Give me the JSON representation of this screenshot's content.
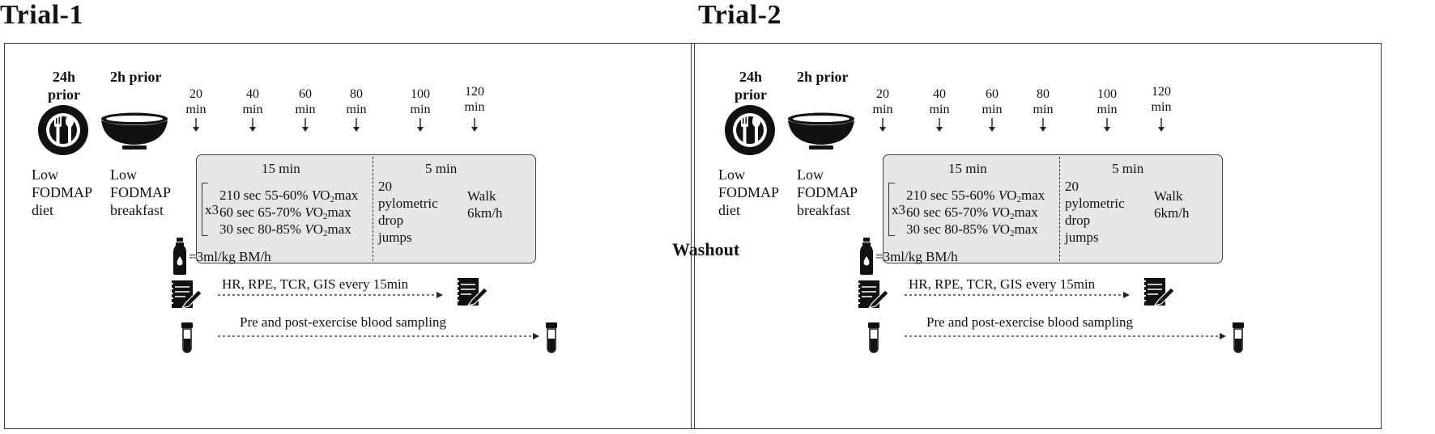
{
  "washout": "Washout",
  "trials": [
    {
      "title": "Trial-1",
      "prior24": {
        "label": "24h prior",
        "label_l1": "24h",
        "label_l2": "prior",
        "icon": "plate-fork-spoon-icon",
        "desc_l1": "Low",
        "desc_l2": "FODMAP",
        "desc_l3": "diet"
      },
      "prior2": {
        "label": "2h prior",
        "icon": "bowl-icon",
        "desc_l1": "Low",
        "desc_l2": "FODMAP",
        "desc_l3": "breakfast"
      },
      "ticks": [
        {
          "value": "20",
          "unit": "min"
        },
        {
          "value": "40",
          "unit": "min"
        },
        {
          "value": "60",
          "unit": "min"
        },
        {
          "value": "80",
          "unit": "min"
        },
        {
          "value": "100",
          "unit": "min"
        },
        {
          "value": "120",
          "unit": "min"
        }
      ],
      "phase1": {
        "duration": "15 min",
        "repeat": "x3",
        "rows": [
          {
            "time": "210 sec",
            "intensity": "55-60%",
            "v": "V",
            "o2": "O",
            "sub": "2",
            "max": "max"
          },
          {
            "time": "60 sec",
            "intensity": "65-70%",
            "v": "V",
            "o2": "O",
            "sub": "2",
            "max": "max"
          },
          {
            "time": "30 sec",
            "intensity": "80-85%",
            "v": "V",
            "o2": "O",
            "sub": "2",
            "max": "max"
          }
        ]
      },
      "phase2": {
        "duration": "5 min",
        "jumps_l1": "20",
        "jumps_l2": "pylometric",
        "jumps_l3": "drop",
        "jumps_l4": "jumps",
        "walk_l1": "Walk",
        "walk_l2": "6km/h"
      },
      "fluid": {
        "icon": "water-bottle-icon",
        "text": "=3ml/kg BM/h"
      },
      "measures": {
        "icon": "notebook-pen-icon",
        "text": "HR, RPE, TCR, GIS every 15min"
      },
      "blood": {
        "icon": "blood-tube-icon",
        "text": "Pre and post-exercise blood sampling"
      }
    },
    {
      "title": "Trial-2",
      "prior24": {
        "label": "24h prior",
        "label_l1": "24h",
        "label_l2": "prior",
        "icon": "plate-fork-spoon-icon",
        "desc_l1": "Low",
        "desc_l2": "FODMAP",
        "desc_l3": "diet"
      },
      "prior2": {
        "label": "2h prior",
        "icon": "bowl-icon",
        "desc_l1": "Low",
        "desc_l2": "FODMAP",
        "desc_l3": "breakfast"
      },
      "ticks": [
        {
          "value": "20",
          "unit": "min"
        },
        {
          "value": "40",
          "unit": "min"
        },
        {
          "value": "60",
          "unit": "min"
        },
        {
          "value": "80",
          "unit": "min"
        },
        {
          "value": "100",
          "unit": "min"
        },
        {
          "value": "120",
          "unit": "min"
        }
      ],
      "phase1": {
        "duration": "15 min",
        "repeat": "x3",
        "rows": [
          {
            "time": "210 sec",
            "intensity": "55-60%",
            "v": "V",
            "o2": "O",
            "sub": "2",
            "max": "max"
          },
          {
            "time": "60 sec",
            "intensity": "65-70%",
            "v": "V",
            "o2": "O",
            "sub": "2",
            "max": "max"
          },
          {
            "time": "30 sec",
            "intensity": "80-85%",
            "v": "V",
            "o2": "O",
            "sub": "2",
            "max": "max"
          }
        ]
      },
      "phase2": {
        "duration": "5 min",
        "jumps_l1": "20",
        "jumps_l2": "pylometric",
        "jumps_l3": "drop",
        "jumps_l4": "jumps",
        "walk_l1": "Walk",
        "walk_l2": "6km/h"
      },
      "fluid": {
        "icon": "water-bottle-icon",
        "text": "=3ml/kg BM/h"
      },
      "measures": {
        "icon": "notebook-pen-icon",
        "text": "HR, RPE, TCR, GIS every 15min"
      },
      "blood": {
        "icon": "blood-tube-icon",
        "text": "Pre and post-exercise blood sampling"
      }
    }
  ]
}
